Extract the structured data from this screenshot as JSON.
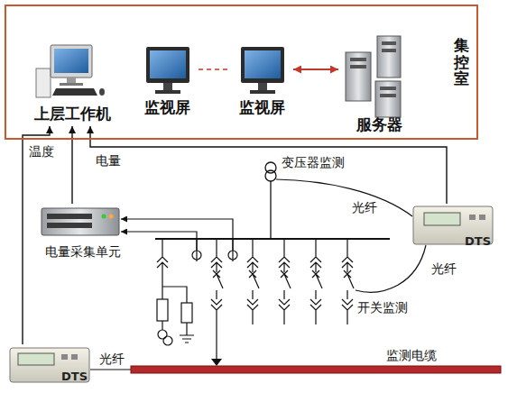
{
  "diagram": {
    "nodes": [
      {
        "text": [
          "集控室"
        ]
      },
      {
        "text": [
          "上层工作机"
        ],
        "in": 0
      },
      {
        "text": [
          "监视屏"
        ],
        "in": 0
      },
      {
        "text": [
          "监视屏"
        ],
        "in": 0
      },
      {
        "text": [
          "服务器"
        ],
        "in": 0
      },
      {
        "text": [
          "DTS"
        ]
      },
      {
        "text": [
          "电量采集单元"
        ]
      },
      {
        "text": [
          "DTS"
        ]
      }
    ],
    "edges": [
      {
        "from": 7,
        "to": 1,
        "arrow": "to",
        "label": "温度"
      },
      {
        "from": 6,
        "to": 1,
        "arrow": "to",
        "label": "电量"
      },
      {
        "from": 5,
        "to": 1,
        "arrow": "to"
      },
      {
        "from": 2,
        "to": 3,
        "arrow": "none"
      },
      {
        "from": 3,
        "to": 4,
        "arrow": "both"
      }
    ],
    "labels": [
      "变压器监测",
      "光纤",
      "光纤",
      "开关监测",
      "监测电缆",
      "光纤"
    ]
  }
}
